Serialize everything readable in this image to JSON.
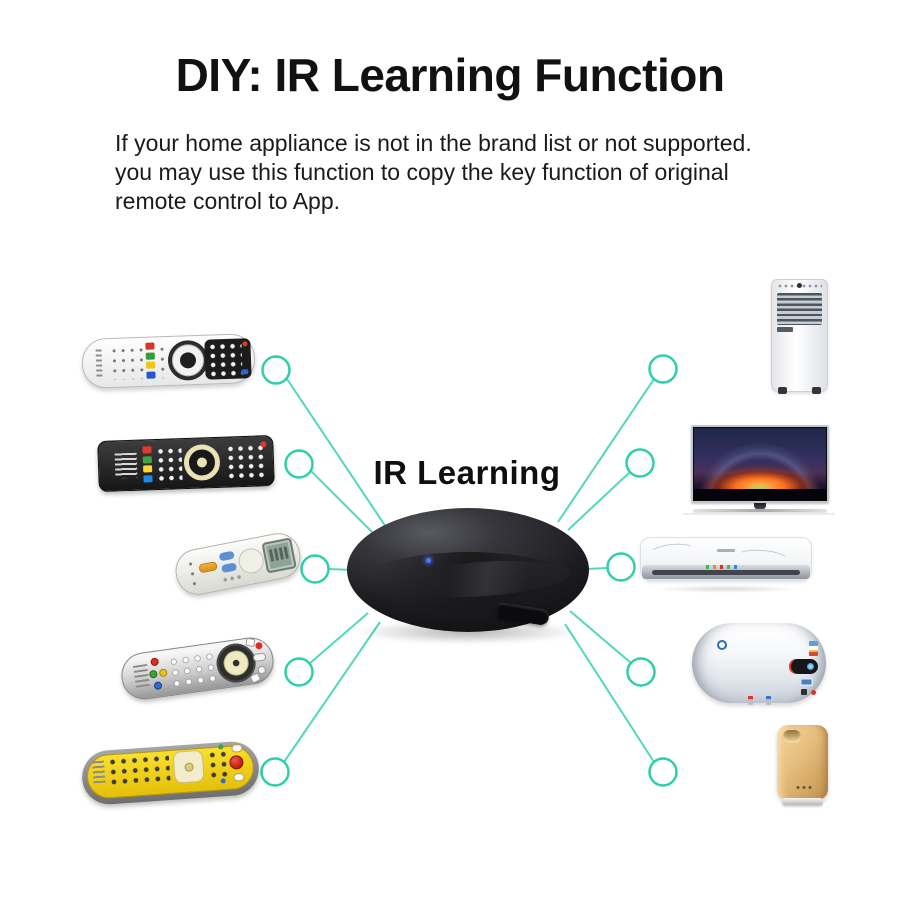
{
  "page": {
    "title": "DIY: IR Learning Function",
    "background_color": "#ffffff",
    "accent_color": "#2fcfa9"
  },
  "intro": {
    "lines": [
      "If your home appliance is not in the brand list or not supported.",
      "you may use this function to copy the key function of original",
      "remote control to App."
    ]
  },
  "hub": {
    "label": "IR Learning",
    "device": "ir-blaster-puck",
    "led_color": "#4a78ff"
  },
  "remotes": [
    {
      "name": "white-tv-remote"
    },
    {
      "name": "black-tv-remote"
    },
    {
      "name": "ac-remote-with-lcd"
    },
    {
      "name": "silver-universal-remote"
    },
    {
      "name": "yellow-cable-remote"
    }
  ],
  "appliances": [
    {
      "name": "portable-air-conditioner"
    },
    {
      "name": "television"
    },
    {
      "name": "split-air-conditioner"
    },
    {
      "name": "water-heater"
    },
    {
      "name": "air-purifier"
    }
  ]
}
